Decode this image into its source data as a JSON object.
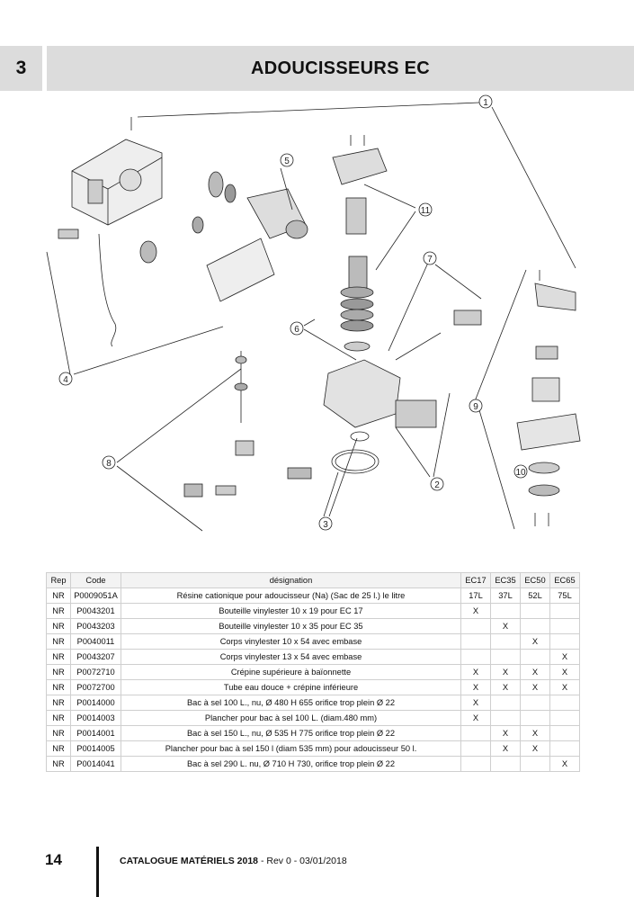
{
  "header": {
    "section_number": "3",
    "title": "ADOUCISSEURS EC"
  },
  "diagram": {
    "callouts": [
      "1",
      "2",
      "3",
      "4",
      "5",
      "6",
      "7",
      "8",
      "9",
      "10",
      "11"
    ]
  },
  "table": {
    "columns": [
      "Rep",
      "Code",
      "désignation",
      "EC17",
      "EC35",
      "EC50",
      "EC65"
    ],
    "rows": [
      [
        "NR",
        "P0009051A",
        "Résine cationique pour adoucisseur (Na) (Sac de 25 l.) le litre",
        "17L",
        "37L",
        "52L",
        "75L"
      ],
      [
        "NR",
        "P0043201",
        "Bouteille vinylester 10 x 19 pour EC 17",
        "X",
        "",
        "",
        ""
      ],
      [
        "NR",
        "P0043203",
        "Bouteille vinylester 10 x 35 pour EC 35",
        "",
        "X",
        "",
        ""
      ],
      [
        "NR",
        "P0040011",
        "Corps vinylester 10 x 54 avec embase",
        "",
        "",
        "X",
        ""
      ],
      [
        "NR",
        "P0043207",
        "Corps vinylester 13 x 54 avec embase",
        "",
        "",
        "",
        "X"
      ],
      [
        "NR",
        "P0072710",
        "Crépine supérieure à baïonnette",
        "X",
        "X",
        "X",
        "X"
      ],
      [
        "NR",
        "P0072700",
        "Tube eau douce + crépine inférieure",
        "X",
        "X",
        "X",
        "X"
      ],
      [
        "NR",
        "P0014000",
        "Bac à sel 100 L., nu, Ø 480 H 655 orifice trop plein Ø 22",
        "X",
        "",
        "",
        ""
      ],
      [
        "NR",
        "P0014003",
        "Plancher pour bac à sel 100 L. (diam.480 mm)",
        "X",
        "",
        "",
        ""
      ],
      [
        "NR",
        "P0014001",
        "Bac à sel 150 L., nu, Ø 535 H 775 orifice trop plein Ø 22",
        "",
        "X",
        "X",
        ""
      ],
      [
        "NR",
        "P0014005",
        "Plancher pour bac à sel 150 l (diam 535 mm) pour adoucisseur 50 l.",
        "",
        "X",
        "X",
        ""
      ],
      [
        "NR",
        "P0014041",
        "Bac à sel 290 L. nu, Ø 710 H 730, orifice trop plein Ø 22",
        "",
        "",
        "",
        "X"
      ]
    ]
  },
  "footer": {
    "page_number": "14",
    "catalogue": "CATALOGUE MATÉRIELS 2018",
    "revision": " - Rev 0 - 03/01/2018"
  }
}
